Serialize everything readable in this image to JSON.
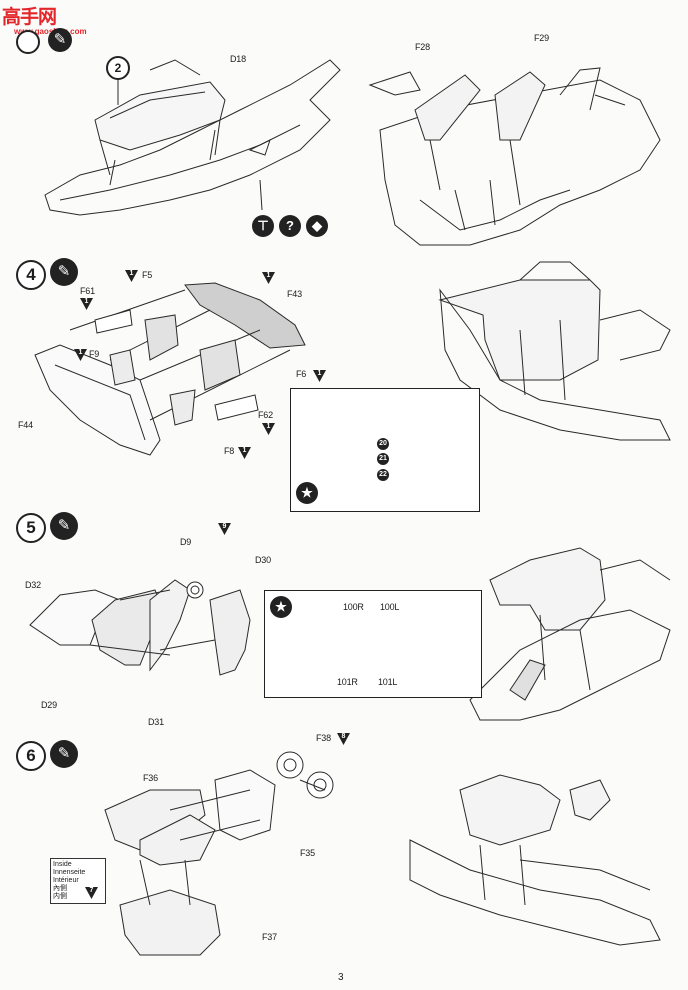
{
  "watermark": {
    "text": "高手网",
    "sub": "www.gaoshou.com"
  },
  "page_number": "3",
  "steps": [
    {
      "number": "4"
    },
    {
      "number": "5"
    },
    {
      "number": "6"
    }
  ],
  "step3": {
    "callout": "2",
    "parts": {
      "d18": "D18",
      "f28": "F28",
      "f29": "F29"
    }
  },
  "step4": {
    "parts": {
      "f61": "F61",
      "f5": "F5",
      "f43": "F43",
      "f9": "F9",
      "f6": "F6",
      "f44": "F44",
      "f62": "F62",
      "f8": "F8"
    },
    "detail_markers": [
      "20",
      "21",
      "22"
    ]
  },
  "step5": {
    "parts": {
      "d9": "D9",
      "d30": "D30",
      "d32": "D32",
      "d29": "D29",
      "d31": "D31",
      "r100": "100R",
      "r101": "101R",
      "l100": "100L",
      "l101": "101L"
    }
  },
  "step6": {
    "parts": {
      "f38": "F38",
      "f36": "F36",
      "f35": "F35",
      "f37": "F37"
    },
    "paint_note": [
      "Inside",
      "Innenseite",
      "Intérieur",
      "內側",
      "内側"
    ],
    "paint_code": "7",
    "f38_code": "8"
  },
  "tri_codes": {
    "one": "1"
  },
  "icons": [
    "glue-icon",
    "question-icon",
    "direction-icon",
    "star-icon"
  ]
}
